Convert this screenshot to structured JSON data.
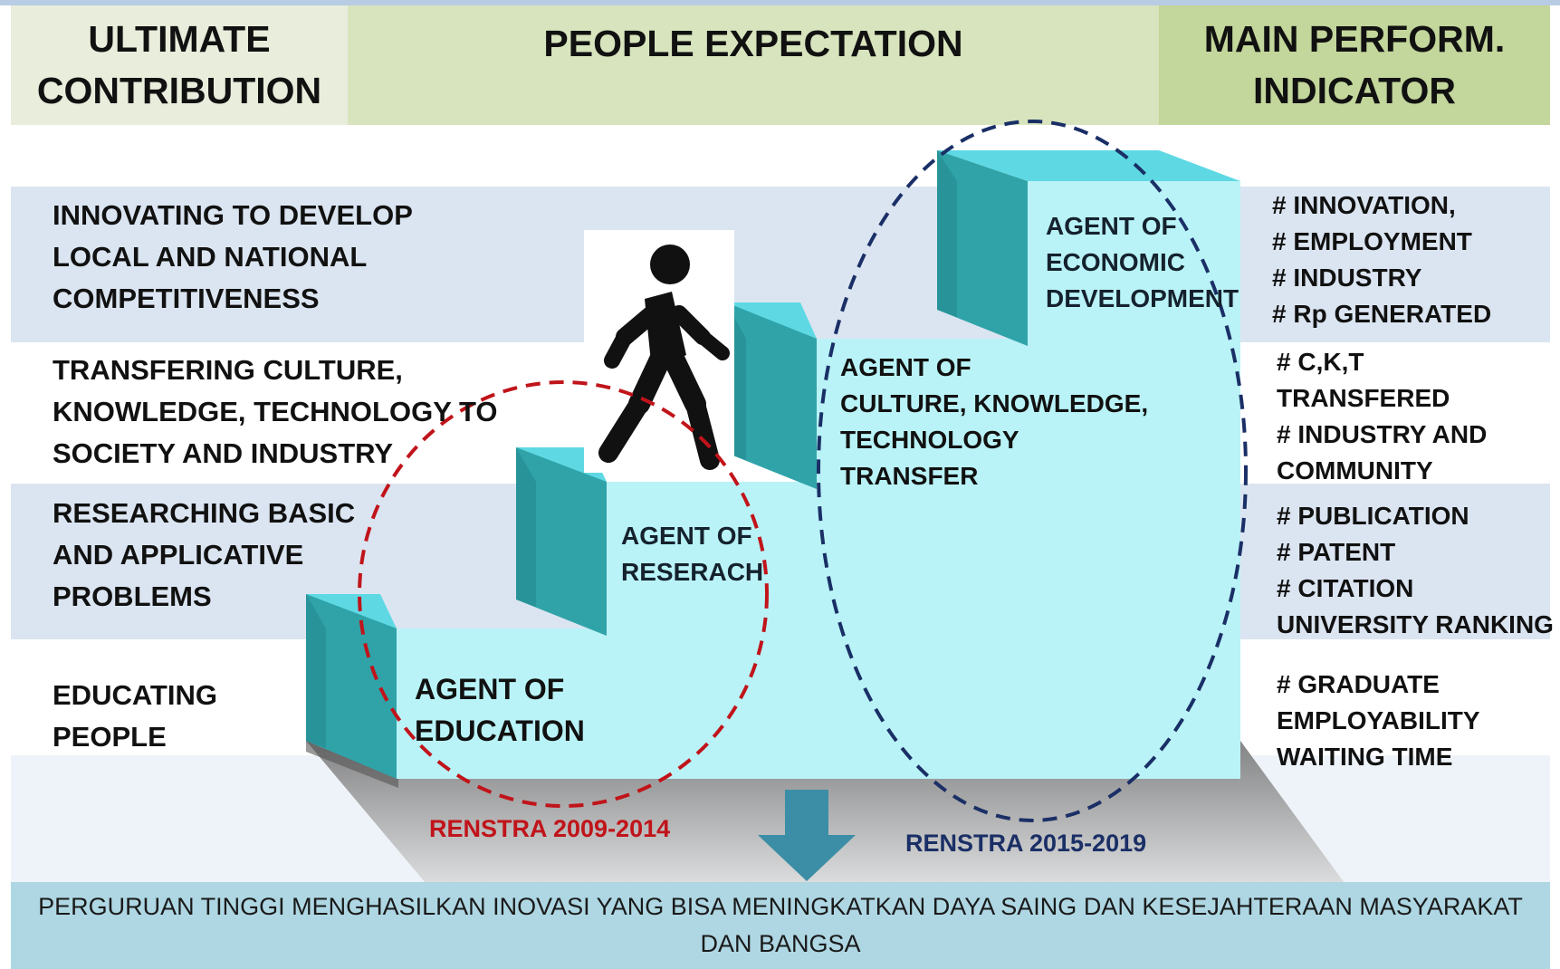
{
  "headers": {
    "left": "ULTIMATE\nCONTRIBUTION",
    "center": "PEOPLE EXPECTATION",
    "right": "MAIN PERFORM.\nINDICATOR"
  },
  "contributions": [
    "INNOVATING TO DEVELOP\nLOCAL AND NATIONAL\nCOMPETITIVENESS",
    "TRANSFERING CULTURE,\nKNOWLEDGE, TECHNOLOGY TO\nSOCIETY AND INDUSTRY",
    "RESEARCHING BASIC\nAND APPLICATIVE\nPROBLEMS",
    "EDUCATING\nPEOPLE"
  ],
  "agents": [
    "AGENT OF\nECONOMIC\nDEVELOPMENT",
    "AGENT OF\nCULTURE, KNOWLEDGE,\nTECHNOLOGY\nTRANSFER",
    "AGENT OF\nRESERACH",
    "AGENT OF\nEDUCATION"
  ],
  "indicators": [
    "# INNOVATION,\n# EMPLOYMENT\n# INDUSTRY\n# Rp GENERATED",
    "# C,K,T\nTRANSFERED\n# INDUSTRY AND\nCOMMUNITY",
    "# PUBLICATION\n# PATENT\n# CITATION\nUNIVERSITY RANKING",
    "# GRADUATE\nEMPLOYABILITY\nWAITING TIME"
  ],
  "renstra": {
    "old": "RENSTRA 2009-2014",
    "new": "RENSTRA 2015-2019"
  },
  "bottom_text": "PERGURUAN TINGGI MENGHASILKAN INOVASI YANG BISA MENINGKATKAN DAYA SAING DAN KESEJAHTERAAN MASYARAKAT\nDAN BANGSA",
  "colors": {
    "header_left": "#e8eddc",
    "header_center": "#d7e4bd",
    "header_right": "#c3d69b",
    "band": "#dbe5f1",
    "stair_face": "#b9f3f7",
    "stair_top": "#5ed9e4",
    "stair_side": "#2fa3a8",
    "renstra_old": "#c0141a",
    "renstra_new": "#1a2f66",
    "arrow": "#3b8ea5",
    "bottom_bar": "#aed7e3",
    "walker": "#111111"
  },
  "icons": [
    "walking-person-icon",
    "down-arrow-icon"
  ]
}
